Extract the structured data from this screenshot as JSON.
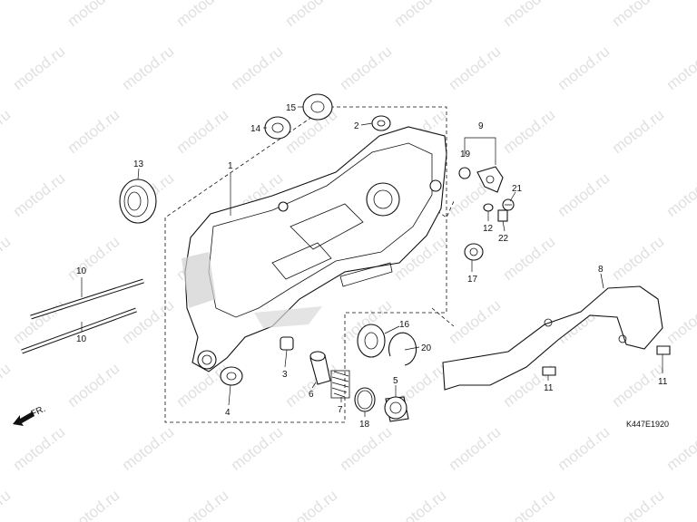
{
  "watermark": "motod.ru",
  "diagram_code": "K447E1920",
  "direction_marker": "FR.",
  "callouts": [
    "1",
    "2",
    "3",
    "4",
    "5",
    "6",
    "7",
    "8",
    "9",
    "10",
    "10",
    "11",
    "11",
    "12",
    "13",
    "14",
    "15",
    "16",
    "17",
    "18",
    "19",
    "20",
    "21",
    "22"
  ],
  "parts": [
    {
      "id": "crankcase",
      "icon": "crankcase-cover-icon",
      "callout": "1"
    },
    {
      "id": "oil-seal-2",
      "icon": "oil-seal-icon",
      "callout": "2"
    },
    {
      "id": "dowel-pin-3",
      "icon": "dowel-pin-icon",
      "callout": "3"
    },
    {
      "id": "bushing-4",
      "icon": "bushing-icon",
      "callout": "4"
    },
    {
      "id": "drain-plug-5",
      "icon": "drain-plug-icon",
      "callout": "5"
    },
    {
      "id": "strainer-6",
      "icon": "oil-strainer-icon",
      "callout": "6"
    },
    {
      "id": "spring-7",
      "icon": "coil-spring-icon",
      "callout": "7"
    },
    {
      "id": "kick-lever-stay-8",
      "icon": "bracket-icon",
      "callout": "8"
    },
    {
      "id": "sensor-9",
      "icon": "sensor-icon",
      "callout": "9"
    },
    {
      "id": "stud-10",
      "icon": "stud-bolt-icon",
      "callout": "10"
    },
    {
      "id": "bolt-11",
      "icon": "bolt-icon",
      "callout": "11"
    },
    {
      "id": "washer-12",
      "icon": "washer-icon",
      "callout": "12"
    },
    {
      "id": "bearing-13",
      "icon": "ball-bearing-icon",
      "callout": "13"
    },
    {
      "id": "bearing-14",
      "icon": "ball-bearing-icon",
      "callout": "14"
    },
    {
      "id": "bearing-15",
      "icon": "ball-bearing-icon",
      "callout": "15"
    },
    {
      "id": "bearing-16",
      "icon": "ball-bearing-icon",
      "callout": "16"
    },
    {
      "id": "oil-seal-17",
      "icon": "oil-seal-icon",
      "callout": "17"
    },
    {
      "id": "o-ring-18",
      "icon": "o-ring-icon",
      "callout": "18"
    },
    {
      "id": "o-ring-19",
      "icon": "o-ring-icon",
      "callout": "19"
    },
    {
      "id": "circlip-20",
      "icon": "circlip-icon",
      "callout": "20"
    },
    {
      "id": "bolt-21",
      "icon": "bolt-icon",
      "callout": "21"
    },
    {
      "id": "bolt-22",
      "icon": "bolt-icon",
      "callout": "22"
    }
  ]
}
